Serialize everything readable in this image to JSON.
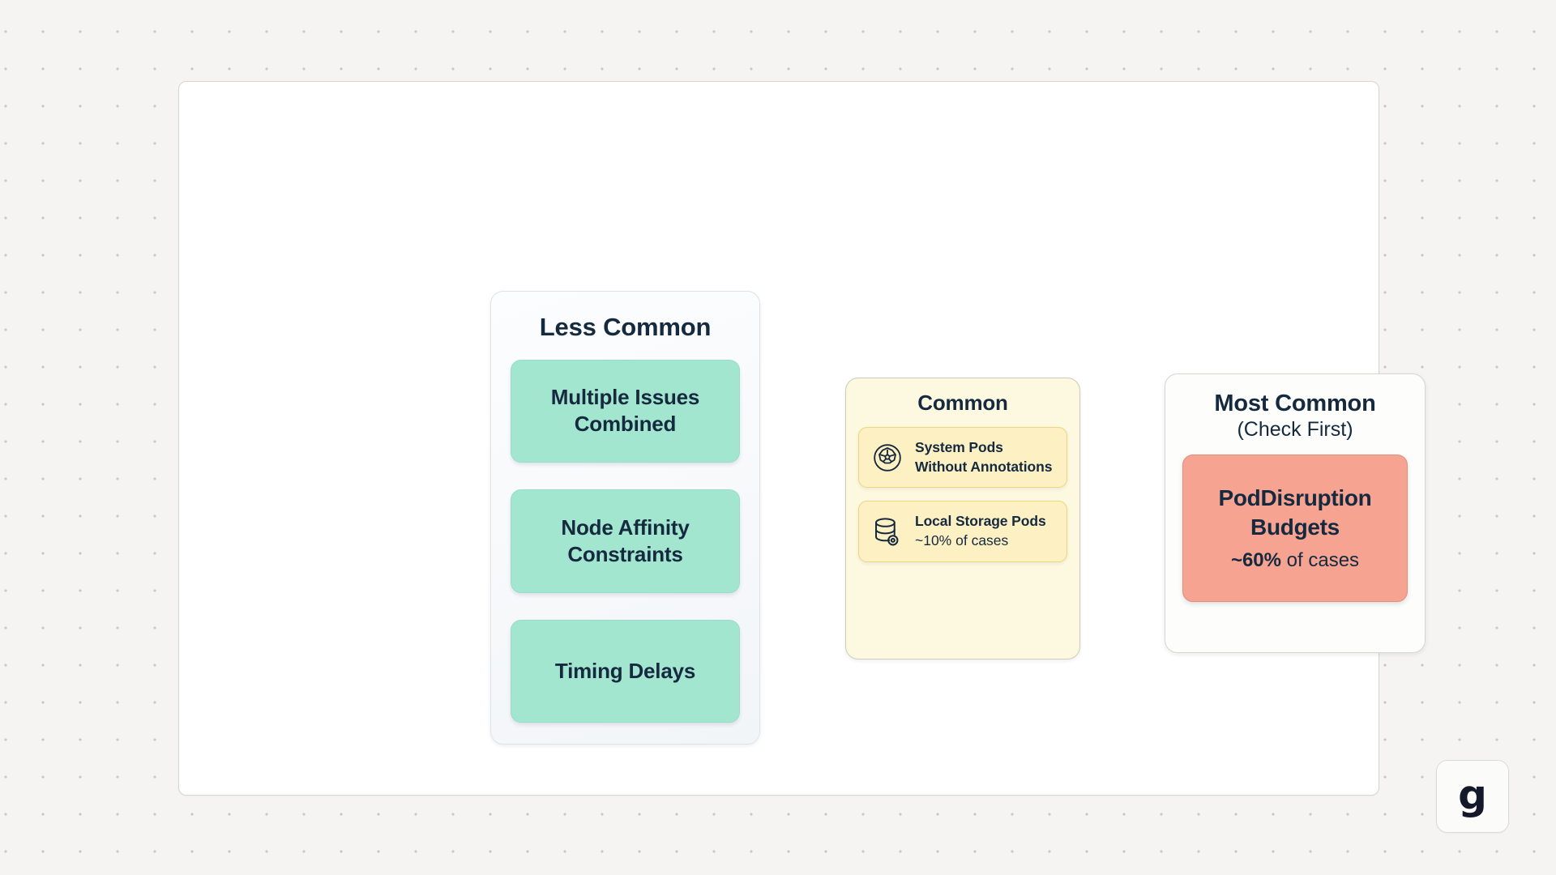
{
  "canvas": {
    "background_color": "#f5f4f2",
    "surface_color": "#ffffff",
    "dot_color": "#c9c7c3"
  },
  "groups": [
    {
      "id": "less-common",
      "title": "Less Common",
      "subtitle": "",
      "accent_color": "#a3e6d0",
      "items": [
        {
          "label": "Multiple Issues Combined",
          "stat": "",
          "icon": ""
        },
        {
          "label": "Node Affinity Constraints",
          "stat": "",
          "icon": ""
        },
        {
          "label": "Timing Delays",
          "stat": "",
          "icon": ""
        }
      ]
    },
    {
      "id": "common",
      "title": "Common",
      "subtitle": "",
      "accent_color": "#fdf1c4",
      "items": [
        {
          "label": "System Pods Without Annotations",
          "stat": "",
          "icon": "kubernetes-icon"
        },
        {
          "label": "Local Storage Pods",
          "stat": "~10% of cases",
          "icon": "database-icon"
        }
      ]
    },
    {
      "id": "most-common",
      "title": "Most Common",
      "subtitle": "(Check First)",
      "accent_color": "#f6a392",
      "items": [
        {
          "label": "PodDisruption Budgets",
          "stat_pct": "~60%",
          "stat_rest": " of cases",
          "icon": ""
        }
      ]
    }
  ],
  "logo": {
    "glyph": "g"
  }
}
